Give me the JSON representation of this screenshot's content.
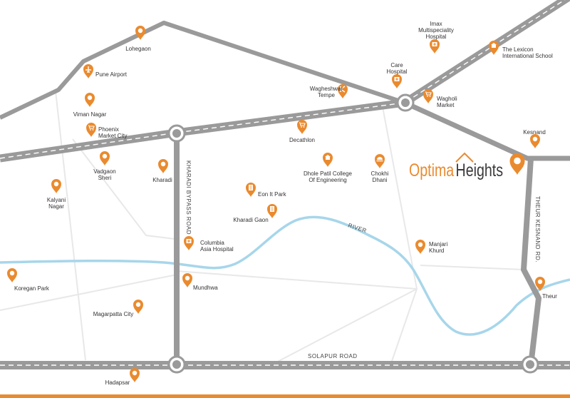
{
  "colors": {
    "road": "#9a9a9a",
    "road_dash": "#ffffff",
    "minor_road": "#e6e6e6",
    "river": "#a7d6ea",
    "pin": "#ea8a2e",
    "brand_optima": "#ea8a2e",
    "brand_heights": "#3a3a3a",
    "bottom_bar": "#ea8a2e"
  },
  "brand": {
    "word1": "Optima",
    "word2": "Heights"
  },
  "roads": {
    "kharadi_bypass": "KHARADI BYPASS ROAD",
    "theur_kesnand": "THEUR KESNAND RD.",
    "solapur": "SOLAPUR ROAD",
    "river": "RIVER"
  },
  "places": [
    {
      "id": "lohegaon",
      "lines": [
        "Lohegaon"
      ],
      "icon": "pin-icon"
    },
    {
      "id": "pune-airport",
      "lines": [
        "Pune Airport"
      ],
      "icon": "airplane-icon"
    },
    {
      "id": "viman-nagar",
      "lines": [
        "Viman Nagar"
      ],
      "icon": "pin-icon"
    },
    {
      "id": "phoenix-market-city",
      "lines": [
        "Phoenix",
        "Market City"
      ],
      "icon": "shopping-cart-icon"
    },
    {
      "id": "vadgaon-sheri",
      "lines": [
        "Vadgaon",
        "Sheri"
      ],
      "icon": "pin-icon"
    },
    {
      "id": "kharadi",
      "lines": [
        "Kharadi"
      ],
      "icon": "pin-icon"
    },
    {
      "id": "kalyani-nagar",
      "lines": [
        "Kalyani",
        "Nagar"
      ],
      "icon": "pin-icon"
    },
    {
      "id": "koregan-park",
      "lines": [
        "Koregan Park"
      ],
      "icon": "pin-icon"
    },
    {
      "id": "magarpatta-city",
      "lines": [
        "Magarpatta City"
      ],
      "icon": "pin-icon"
    },
    {
      "id": "hadapsar",
      "lines": [
        "Hadapsar"
      ],
      "icon": "pin-icon"
    },
    {
      "id": "mundhwa",
      "lines": [
        "Mundhwa"
      ],
      "icon": "pin-icon"
    },
    {
      "id": "columbia-asia-hospital",
      "lines": [
        "Columbia",
        "Asia Hospital"
      ],
      "icon": "hospital-icon"
    },
    {
      "id": "kharadi-gaon",
      "lines": [
        "Kharadi Gaon"
      ],
      "icon": "building-icon"
    },
    {
      "id": "eon-it-park",
      "lines": [
        "Eon It Park"
      ],
      "icon": "building-icon"
    },
    {
      "id": "decathlon",
      "lines": [
        "Decathlon"
      ],
      "icon": "shopping-cart-icon"
    },
    {
      "id": "dhole-patil-college",
      "lines": [
        "Dhole Patil College",
        "Of Engineering"
      ],
      "icon": "school-icon"
    },
    {
      "id": "chokhi-dhani",
      "lines": [
        "Chokhi",
        "Dhani"
      ],
      "icon": "restaurant-icon"
    },
    {
      "id": "wagheshwar-temple",
      "lines": [
        "Wagheshwar",
        "Tempe"
      ],
      "icon": "temple-icon"
    },
    {
      "id": "care-hospital",
      "lines": [
        "Care",
        "Hospital"
      ],
      "icon": "hospital-icon"
    },
    {
      "id": "imax-hospital",
      "lines": [
        "Imax",
        "Multispeciality",
        "Hospital"
      ],
      "icon": "hospital-icon"
    },
    {
      "id": "wagholi-market",
      "lines": [
        "Wagholi",
        "Market"
      ],
      "icon": "shopping-cart-icon"
    },
    {
      "id": "lexicon-school",
      "lines": [
        "The Lexicon",
        "International School"
      ],
      "icon": "school-icon"
    },
    {
      "id": "kesnand",
      "lines": [
        "Kesnand"
      ],
      "icon": "pin-icon"
    },
    {
      "id": "manjari-khurd",
      "lines": [
        "Manjari",
        "Khurd"
      ],
      "icon": "pin-icon"
    },
    {
      "id": "theur",
      "lines": [
        "Theur"
      ],
      "icon": "pin-icon"
    },
    {
      "id": "optima-heights",
      "lines": [],
      "icon": "location-pin-icon"
    }
  ]
}
